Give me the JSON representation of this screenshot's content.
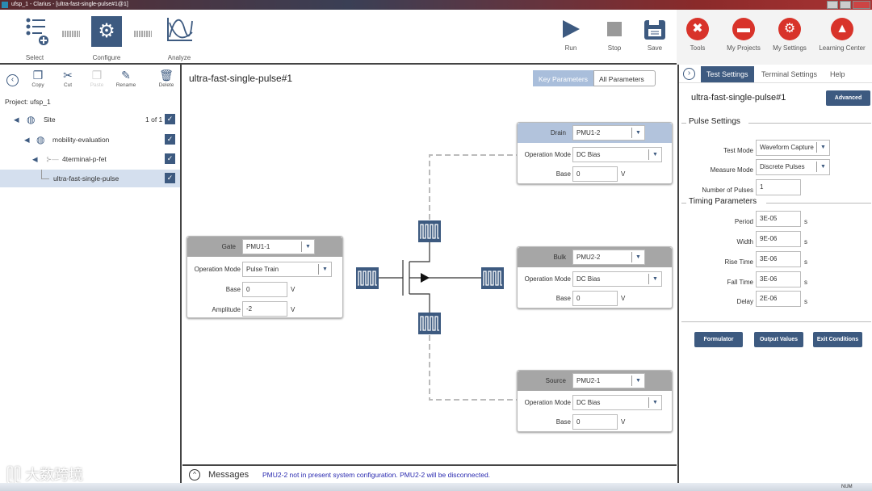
{
  "window": {
    "title": "ufsp_1 - Clarius - [ultra-fast-single-pulse#1@1]"
  },
  "workflow": {
    "select": "Select",
    "configure": "Configure",
    "analyze": "Analyze"
  },
  "toolbar": {
    "run": "Run",
    "stop": "Stop",
    "save": "Save",
    "tools": "Tools",
    "my_projects": "My Projects",
    "my_settings": "My Settings",
    "learning_center": "Learning Center"
  },
  "left": {
    "actions": {
      "copy": "Copy",
      "cut": "Cut",
      "paste": "Paste",
      "rename": "Rename",
      "delete": "Delete"
    },
    "project": "Project: ufsp_1",
    "tree": [
      {
        "label": "Site",
        "count": "1 of 1",
        "checked": true
      },
      {
        "label": "mobility-evaluation",
        "checked": true
      },
      {
        "label": "4terminal-p-fet",
        "checked": true
      },
      {
        "label": "ultra-fast-single-pulse",
        "checked": true,
        "selected": true
      }
    ]
  },
  "main": {
    "title": "ultra-fast-single-pulse#1",
    "tabs": {
      "key": "Key Parameters",
      "all": "All Parameters"
    },
    "gate": {
      "name": "Gate",
      "instrument": "PMU1-1",
      "op_label": "Operation Mode",
      "op": "Pulse Train",
      "base_label": "Base",
      "base": "0",
      "amp_label": "Amplitude",
      "amp": "-2",
      "unit": "V"
    },
    "drain": {
      "name": "Drain",
      "instrument": "PMU1-2",
      "op_label": "Operation Mode",
      "op": "DC Bias",
      "base_label": "Base",
      "base": "0",
      "unit": "V"
    },
    "bulk": {
      "name": "Bulk",
      "instrument": "PMU2-2",
      "op_label": "Operation Mode",
      "op": "DC Bias",
      "base_label": "Base",
      "base": "0",
      "unit": "V"
    },
    "source": {
      "name": "Source",
      "instrument": "PMU2-1",
      "op_label": "Operation Mode",
      "op": "DC Bias",
      "base_label": "Base",
      "base": "0",
      "unit": "V"
    }
  },
  "messages": {
    "label": "Messages",
    "text": "PMU2-2 not in present system configuration. PMU2-2 will be disconnected."
  },
  "right": {
    "tabs": {
      "test": "Test Settings",
      "terminal": "Terminal Settings",
      "help": "Help"
    },
    "title": "ultra-fast-single-pulse#1",
    "advanced": "Advanced",
    "pulse_section": "Pulse Settings",
    "test_mode_label": "Test Mode",
    "test_mode": "Waveform Capture",
    "measure_mode_label": "Measure Mode",
    "measure_mode": "Discrete Pulses",
    "num_pulses_label": "Number of Pulses",
    "num_pulses": "1",
    "timing_section": "Timing Parameters",
    "period_label": "Period",
    "period": "3E-05",
    "width_label": "Width",
    "width": "9E-06",
    "rise_label": "Rise Time",
    "rise": "3E-06",
    "fall_label": "Fall Time",
    "fall": "3E-06",
    "delay_label": "Delay",
    "delay": "2E-06",
    "unit": "s",
    "formulator": "Formulator",
    "output_values": "Output Values",
    "exit_conditions": "Exit Conditions"
  },
  "status": {
    "num": "NUM"
  },
  "watermark": "大数跨境",
  "colors": {
    "accent": "#3d5a80",
    "red": "#d8332a",
    "message": "#2a2ab0"
  }
}
